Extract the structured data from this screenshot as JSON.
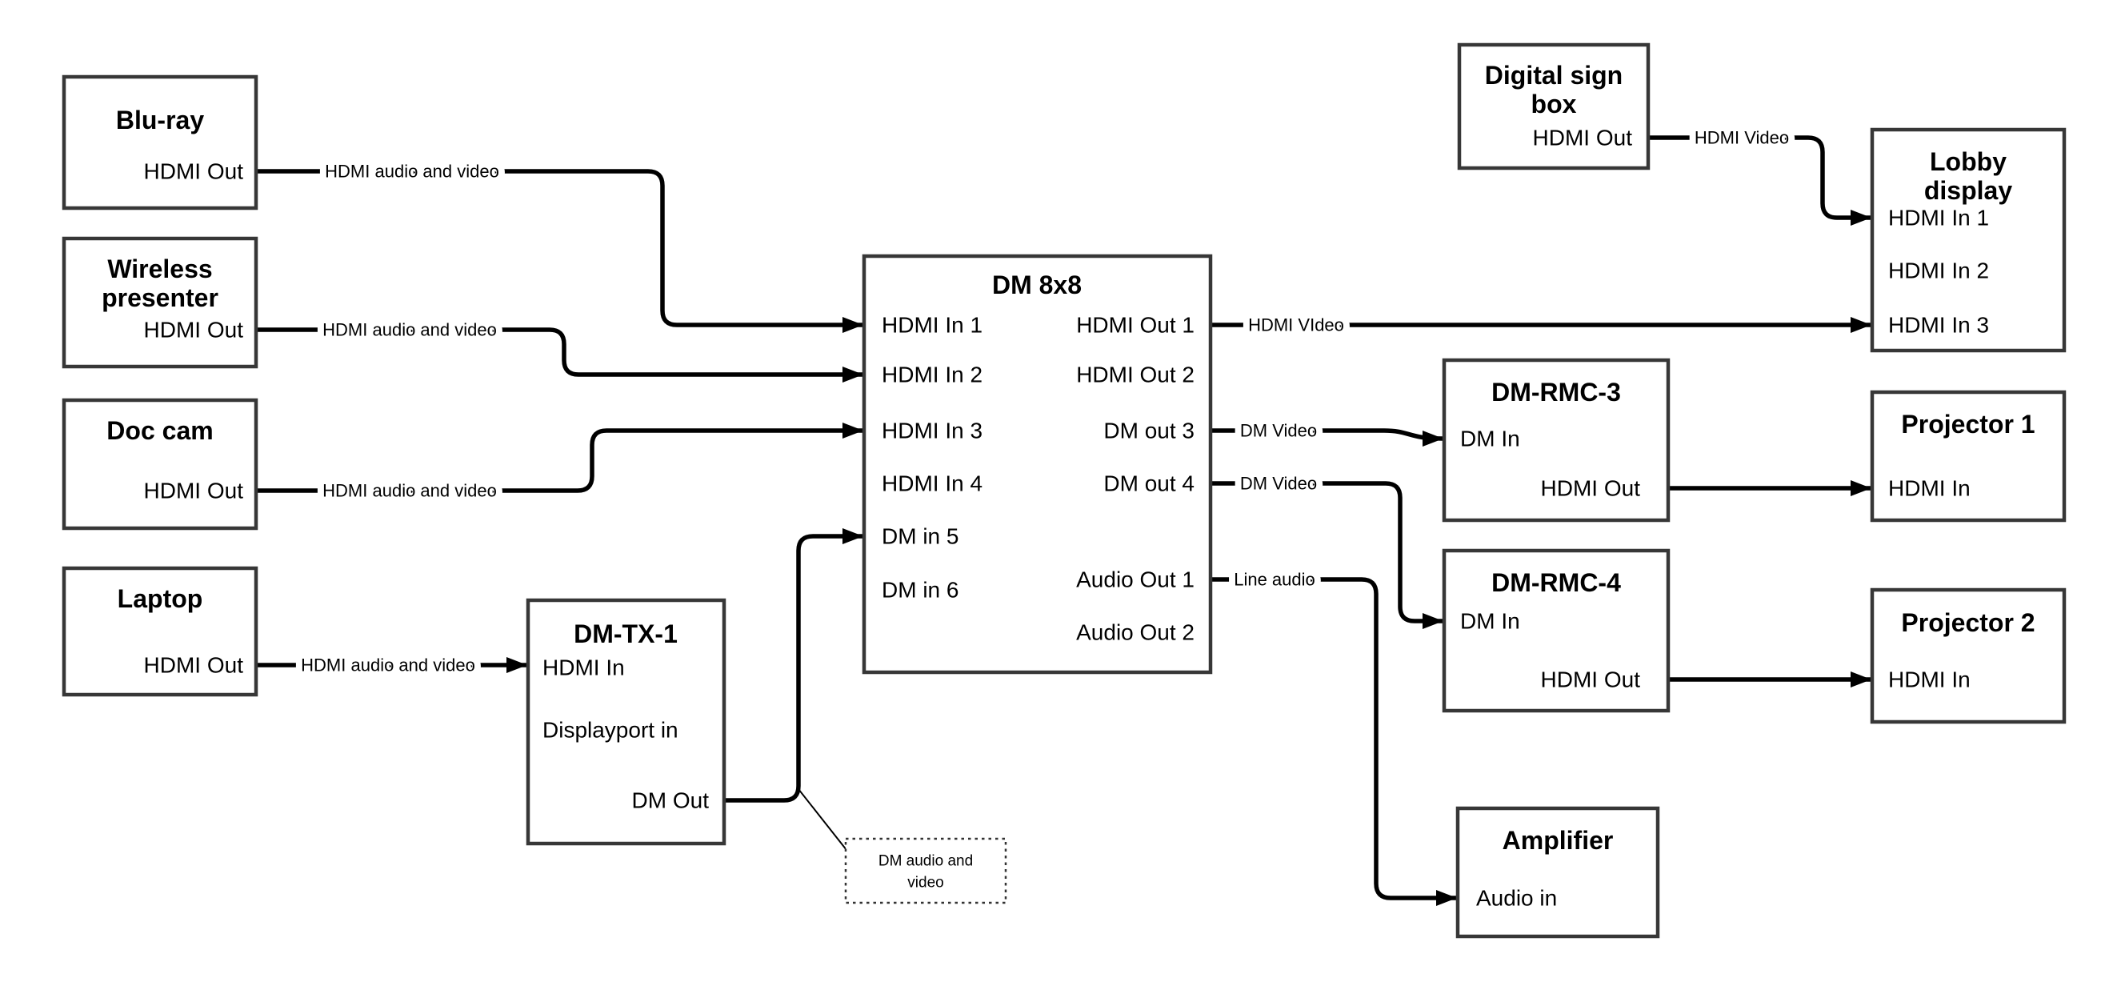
{
  "diagram": {
    "type": "av-signal-flow-diagram",
    "colors": {
      "background": "#ffffff",
      "box_border": "#373737",
      "wire": "#000000",
      "text": "#000000"
    },
    "nodes": {
      "bluray": {
        "title_lines": [
          "Blu-ray"
        ],
        "ports": [
          "HDMI Out"
        ]
      },
      "wireless": {
        "title_lines": [
          "Wireless",
          "presenter"
        ],
        "ports": [
          "HDMI Out"
        ]
      },
      "doccam": {
        "title_lines": [
          "Doc cam"
        ],
        "ports": [
          "HDMI Out"
        ]
      },
      "laptop": {
        "title_lines": [
          "Laptop"
        ],
        "ports": [
          "HDMI Out"
        ]
      },
      "dmtx1": {
        "title_lines": [
          "DM-TX-1"
        ],
        "ports": [
          "HDMI In",
          "Displayport in",
          "DM Out"
        ]
      },
      "dm8x8": {
        "title_lines": [
          "DM 8x8"
        ],
        "ports_left": [
          "HDMI In 1",
          "HDMI In 2",
          "HDMI In 3",
          "HDMI In 4",
          "DM in 5",
          "DM in 6"
        ],
        "ports_right": [
          "HDMI Out 1",
          "HDMI Out 2",
          "DM out 3",
          "DM out 4",
          "Audio Out 1",
          "Audio Out 2"
        ]
      },
      "digitalsign": {
        "title_lines": [
          "Digital sign",
          "box"
        ],
        "ports": [
          "HDMI Out"
        ]
      },
      "lobby": {
        "title_lines": [
          "Lobby",
          "display"
        ],
        "ports": [
          "HDMI In 1",
          "HDMI In 2",
          "HDMI In 3"
        ]
      },
      "dmrmc3": {
        "title_lines": [
          "DM-RMC-3"
        ],
        "ports": [
          "DM In",
          "HDMI Out"
        ]
      },
      "projector1": {
        "title_lines": [
          "Projector 1"
        ],
        "ports": [
          "HDMI In"
        ]
      },
      "dmrmc4": {
        "title_lines": [
          "DM-RMC-4"
        ],
        "ports": [
          "DM In",
          "HDMI Out"
        ]
      },
      "projector2": {
        "title_lines": [
          "Projector 2"
        ],
        "ports": [
          "HDMI In"
        ]
      },
      "amplifier": {
        "title_lines": [
          "Amplifier"
        ],
        "ports": [
          "Audio in"
        ]
      }
    },
    "edges": {
      "bluray_dm8x8": {
        "label": "HDMI audio and video",
        "from": "Blu-ray HDMI Out",
        "to": "DM 8x8 HDMI In 1"
      },
      "wireless_dm8x8": {
        "label": "HDMI audio and video",
        "from": "Wireless presenter HDMI Out",
        "to": "DM 8x8 HDMI In 2"
      },
      "doccam_dm8x8": {
        "label": "HDMI audio and video",
        "from": "Doc cam HDMI Out",
        "to": "DM 8x8 HDMI In 3"
      },
      "laptop_dmtx1": {
        "label": "HDMI audio and video",
        "from": "Laptop HDMI Out",
        "to": "DM-TX-1 HDMI In"
      },
      "dmtx1_dm8x8": {
        "label": "",
        "from": "DM-TX-1 DM Out",
        "to": "DM 8x8 DM in 5"
      },
      "dm8x8_lobby": {
        "label": "HDMI VIdeo",
        "from": "DM 8x8 HDMI Out 1",
        "to": "Lobby display HDMI In 3"
      },
      "digitalsign_lobby": {
        "label": "HDMI Video",
        "from": "Digital sign box HDMI Out",
        "to": "Lobby display HDMI In 1"
      },
      "dm8x8_dmrmc3": {
        "label": "DM Video",
        "from": "DM 8x8 DM out 3",
        "to": "DM-RMC-3 DM In"
      },
      "dm8x8_dmrmc4": {
        "label": "DM Video",
        "from": "DM 8x8 DM out 4",
        "to": "DM-RMC-4 DM In"
      },
      "dm8x8_amplifier": {
        "label": "Line audio",
        "from": "DM 8x8 Audio Out 1",
        "to": "Amplifier Audio in"
      },
      "dmrmc3_projector1": {
        "label": "",
        "from": "DM-RMC-3 HDMI Out",
        "to": "Projector 1 HDMI In"
      },
      "dmrmc4_projector2": {
        "label": "",
        "from": "DM-RMC-4 HDMI Out",
        "to": "Projector 2 HDMI In"
      }
    },
    "note": {
      "lines": [
        "DM audio and",
        "video"
      ]
    }
  }
}
